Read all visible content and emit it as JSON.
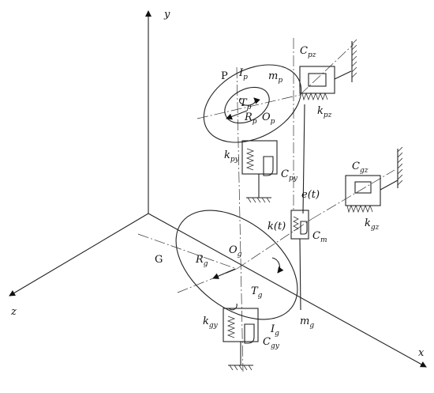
{
  "axes": {
    "x": "x",
    "y": "y",
    "z": "z"
  },
  "pinion": {
    "name": "P",
    "inertia": {
      "main": "I",
      "sub": "p"
    },
    "mass": {
      "main": "m",
      "sub": "p"
    },
    "torque": {
      "main": "T",
      "sub": "p"
    },
    "radius": {
      "main": "R",
      "sub": "p"
    },
    "center": {
      "main": "O",
      "sub": "p"
    }
  },
  "gear": {
    "name": "G",
    "inertia": {
      "main": "I",
      "sub": "g"
    },
    "mass": {
      "main": "m",
      "sub": "g"
    },
    "torque": {
      "main": "T",
      "sub": "g"
    },
    "radius": {
      "main": "R",
      "sub": "g"
    },
    "center": {
      "main": "O",
      "sub": "g"
    }
  },
  "supports": {
    "cpz": {
      "main": "C",
      "sub": "pz"
    },
    "kpz": {
      "main": "k",
      "sub": "pz"
    },
    "kpy": {
      "main": "k",
      "sub": "py"
    },
    "cpy": {
      "main": "C",
      "sub": "py"
    },
    "cgz": {
      "main": "C",
      "sub": "gz"
    },
    "kgz": {
      "main": "k",
      "sub": "gz"
    },
    "kgy": {
      "main": "k",
      "sub": "gy"
    },
    "cgy": {
      "main": "C",
      "sub": "gy"
    }
  },
  "mesh": {
    "error": "e(t)",
    "stiffness": "k(t)",
    "damping": {
      "main": "C",
      "sub": "m"
    }
  }
}
